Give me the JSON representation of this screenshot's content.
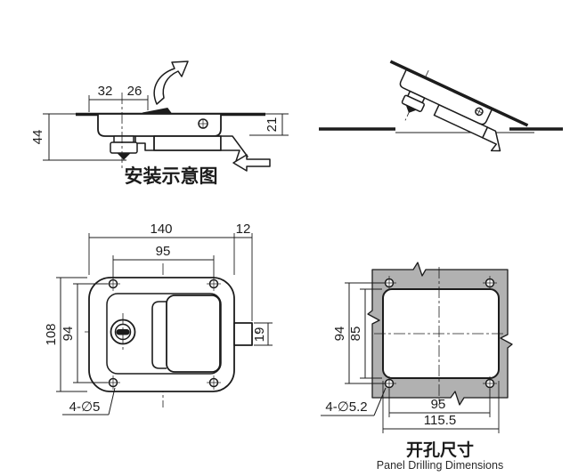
{
  "colors": {
    "line": "#1c1c1c",
    "panel_gray": "#b1b1b1",
    "background": "#ffffff"
  },
  "installation": {
    "title": "安装示意图",
    "width_to_cylinder": "32",
    "cylinder_to_handle": "26",
    "total_depth": "44",
    "grip_depth": "21"
  },
  "front": {
    "overall_width": "140",
    "pawl_projection": "12",
    "hole_spacing_h": "95",
    "overall_height": "108",
    "hole_spacing_v": "94",
    "pawl_height": "19",
    "mounting_holes": "4-∅5"
  },
  "drilling": {
    "title_cn": "开孔尺寸",
    "title_en": "Panel Drilling Dimensions",
    "hole_spacing_v": "94",
    "cutout_height": "85",
    "hole_spacing_h": "95",
    "cutout_width": "115.5",
    "drill_holes": "4-∅5.2"
  }
}
